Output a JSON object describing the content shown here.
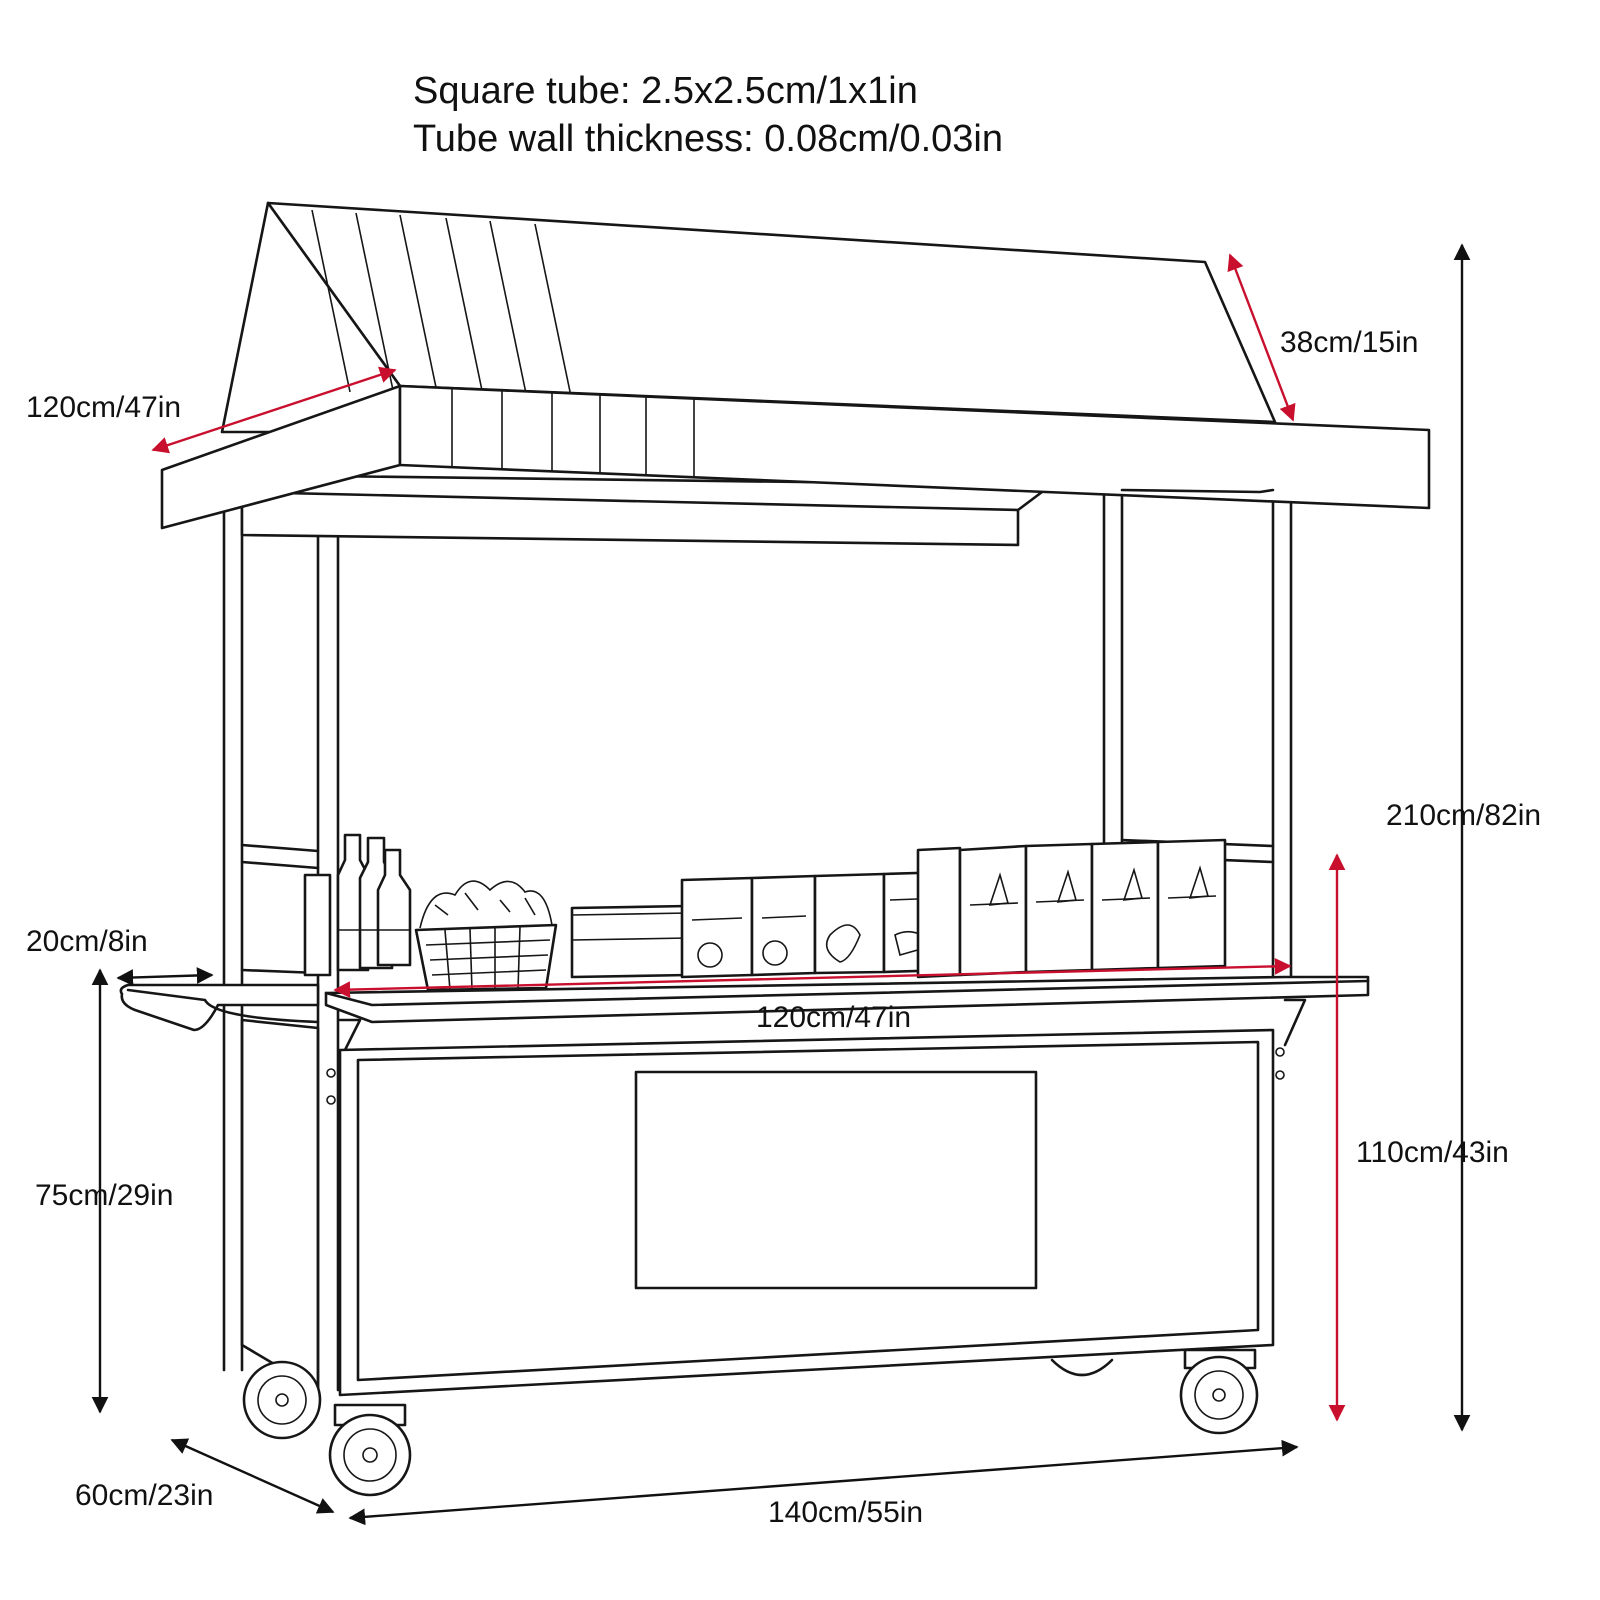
{
  "specs": {
    "tube": "Square tube: 2.5x2.5cm/1x1in",
    "wall": "Tube wall thickness: 0.08cm/0.03in"
  },
  "dimensions": {
    "canopy_depth": "120cm/47in",
    "canopy_slope": "38cm/15in",
    "total_height": "210cm/82in",
    "side_shelf": "20cm/8in",
    "counter_width": "120cm/47in",
    "counter_height": "110cm/43in",
    "cabinet_height": "75cm/29in",
    "cart_depth": "60cm/23in",
    "cart_width": "140cm/55in"
  },
  "colors": {
    "line": "#161616",
    "dimension_red": "#c8102e",
    "dimension_black": "#111111",
    "background": "#ffffff"
  }
}
